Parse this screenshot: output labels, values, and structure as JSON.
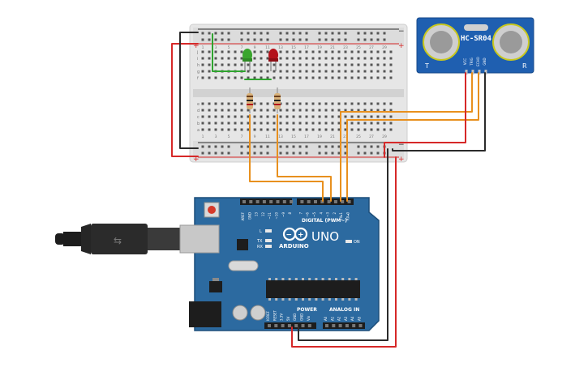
{
  "breadboard": {
    "rail_plus": "+",
    "rail_minus": "−",
    "row_letters_top": [
      "j",
      "i",
      "h",
      "g",
      "f"
    ],
    "row_letters_bottom": [
      "e",
      "d",
      "c",
      "b",
      "a"
    ],
    "column_numbers": [
      "1",
      "3",
      "5",
      "7",
      "9",
      "11",
      "13",
      "15",
      "17",
      "19",
      "21",
      "23",
      "25",
      "27",
      "29"
    ]
  },
  "sensor": {
    "model": "HC-SR04",
    "pins": [
      "VCC",
      "TRIG",
      "ECHO",
      "GND"
    ],
    "corner_left": "T",
    "corner_right": "R"
  },
  "arduino": {
    "brand": "ARDUINO",
    "model": "UNO",
    "digital_label": "DIGITAL (PWM~)",
    "power_label": "POWER",
    "analog_label": "ANALOG IN",
    "on_label": "ON",
    "led_l": "L",
    "led_tx": "TX",
    "led_rx": "RX",
    "digital_pins": [
      "AREF",
      "GND",
      "13",
      "12",
      "~11",
      "~10",
      "~9",
      "8",
      "7",
      "~6",
      "~5",
      "4",
      "~3",
      "2",
      "TX▸1",
      "RX◂0"
    ],
    "power_pins": [
      "IOREF",
      "RESET",
      "3.3V",
      "5V",
      "GND",
      "GND",
      "Vin"
    ],
    "analog_pins": [
      "A0",
      "A1",
      "A2",
      "A3",
      "A4",
      "A5"
    ]
  },
  "leds": [
    {
      "color": "green",
      "hex": "#3aa52d"
    },
    {
      "color": "red",
      "hex": "#b3121b"
    }
  ],
  "colors": {
    "wire_red": "#d62828",
    "wire_black": "#2b2b2b",
    "wire_orange": "#e8901e",
    "wire_green": "#2fa42f",
    "board_blue": "#2c6aa0",
    "sensor_blue": "#1f5fb0"
  }
}
